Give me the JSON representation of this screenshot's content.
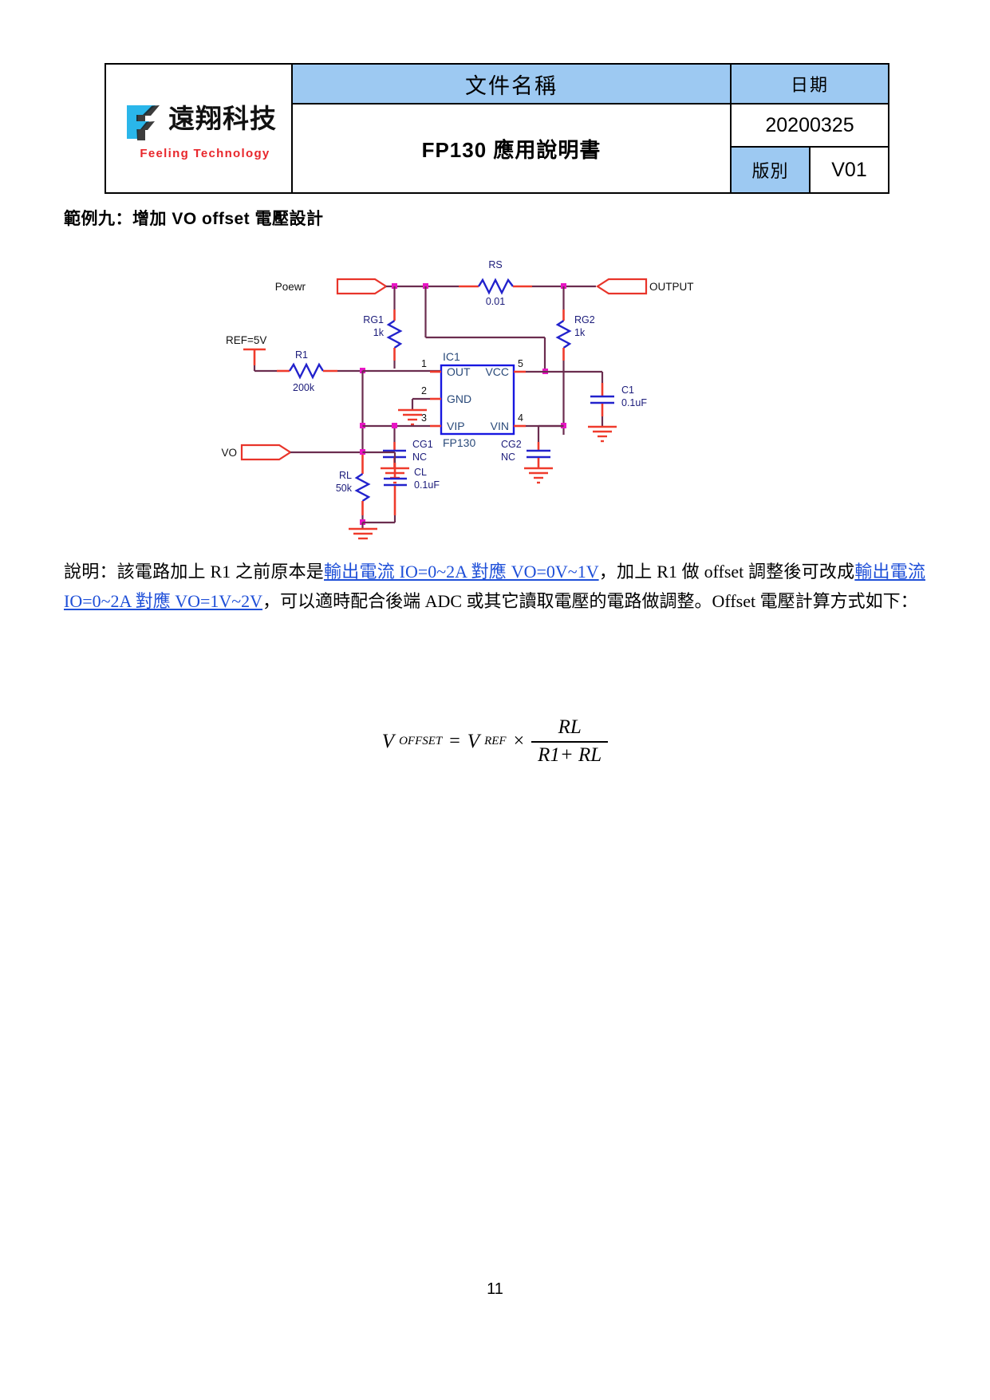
{
  "header": {
    "logo": {
      "chinese_name": "遠翔科技",
      "english_name": "Feeling Technology",
      "mark_color": "#2ab6ea",
      "en_color": "#e8262b"
    },
    "col_doc_name_label": "文件名稱",
    "col_date_label": "日期",
    "doc_title": "FP130 應用說明書",
    "date_value": "20200325",
    "version_label": "版別",
    "version_value": "V01",
    "accent_fill": "#9dc9f2"
  },
  "section": {
    "heading": "範例九：增加 VO offset 電壓設計"
  },
  "schematic": {
    "title": "VO offset voltage circuit",
    "ports": {
      "power": "Poewr",
      "output": "OUTPUT",
      "vo": "VO",
      "ref": "REF=5V"
    },
    "components": [
      {
        "ref": "RS",
        "value": "0.01",
        "type": "resistor"
      },
      {
        "ref": "RG1",
        "value": "1k",
        "type": "resistor"
      },
      {
        "ref": "RG2",
        "value": "1k",
        "type": "resistor"
      },
      {
        "ref": "R1",
        "value": "200k",
        "type": "resistor"
      },
      {
        "ref": "RL",
        "value": "50k",
        "type": "resistor"
      },
      {
        "ref": "CL",
        "value": "0.1uF",
        "type": "capacitor"
      },
      {
        "ref": "C1",
        "value": "0.1uF",
        "type": "capacitor"
      },
      {
        "ref": "CG1",
        "value": "NC",
        "type": "capacitor"
      },
      {
        "ref": "CG2",
        "value": "NC",
        "type": "capacitor"
      }
    ],
    "ic": {
      "ref": "IC1",
      "part": "FP130",
      "pins": [
        {
          "num": "1",
          "name": "OUT"
        },
        {
          "num": "2",
          "name": "GND"
        },
        {
          "num": "3",
          "name": "VIP"
        },
        {
          "num": "4",
          "name": "VIN"
        },
        {
          "num": "5",
          "name": "VCC"
        }
      ]
    },
    "colors": {
      "wire": "#6b2d4f",
      "pin": "#ef3b2c",
      "symbol": "#2222cc",
      "junction": "#e815c4",
      "ic_body": "#1717e0",
      "ic_text": "#2a4a7a",
      "label": "#1b1b7a",
      "port_outline": "#e8342a"
    }
  },
  "body": {
    "p1_a": "說明：該電路加上 R1 之前原本是",
    "p1_link1": "輸出電流 IO=0~2A 對應 VO=0V~1V",
    "p1_b": "，加上 R1 做 offset 調整後可改成",
    "p1_link2": "輸出電流 IO=0~2A 對應 VO=1V~2V",
    "p1_c": "，可以適時配合後端 ADC 或其它讀取電壓的電路做調整。Offset 電壓計算方式如下：",
    "link_color": "#1e4fd8"
  },
  "formula": {
    "lhs_var": "V",
    "lhs_sub": "OFFSET",
    "equals": "=",
    "rhs_var": "V",
    "rhs_sub": "REF",
    "times": "×",
    "numerator": "RL",
    "denominator": "R1+ RL"
  },
  "footer": {
    "page_number": "11"
  }
}
